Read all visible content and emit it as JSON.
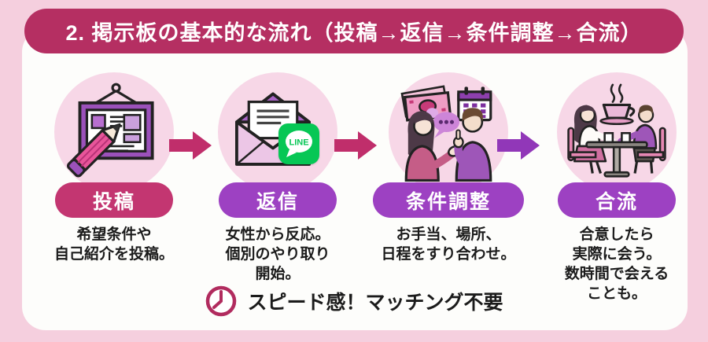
{
  "page": {
    "bg": "#f5cfde",
    "card_bg": "#fdfdfb"
  },
  "header": {
    "title": "2. 掲示板の基本的な流れ（投稿→返信→条件調整→合流）",
    "bg": "#b52f62",
    "text_color": "#ffffff"
  },
  "steps": [
    {
      "label": "投稿",
      "label_bg": "#c33671",
      "icon": "bulletin-board-pencil-icon",
      "description": "希望条件や\n自己紹介を投稿。"
    },
    {
      "label": "返信",
      "label_bg": "#9d41c2",
      "icon": "open-envelope-icon",
      "line_badge_label": "LINE",
      "description": "女性から反応。\n個別のやり取り\n開始。"
    },
    {
      "label": "条件調整",
      "label_bg": "#9d41c2",
      "icon": "negotiation-people-icon",
      "description": "お手当、場所、\n日程をすり合わせ。"
    },
    {
      "label": "合流",
      "label_bg": "#9d41c2",
      "icon": "cafe-meeting-icon",
      "description": "合意したら\n実際に会う。\n数時間で会える\nことも。"
    }
  ],
  "arrows": [
    {
      "color": "#c02e6b"
    },
    {
      "color": "#c02e6b"
    },
    {
      "color": "#9137b8"
    }
  ],
  "footnote": {
    "icon": "clock-icon",
    "icon_color": "#b12b5e",
    "text": "スピード感！マッチング不要"
  },
  "colors": {
    "circle_bg": "#f7d7e7",
    "line_green": "#06c755"
  }
}
